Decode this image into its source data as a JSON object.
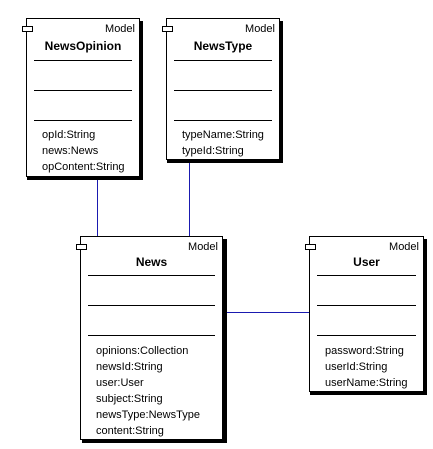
{
  "classes": {
    "news_opinion": {
      "stereotype": "Model",
      "name": "NewsOpinion",
      "attributes": [
        "opId:String",
        "news:News",
        "opContent:String"
      ]
    },
    "news_type": {
      "stereotype": "Model",
      "name": "NewsType",
      "attributes": [
        "typeName:String",
        "typeId:String"
      ]
    },
    "news": {
      "stereotype": "Model",
      "name": "News",
      "attributes": [
        "opinions:Collection",
        "newsId:String",
        "user:User",
        "subject:String",
        "newsType:NewsType",
        "content:String"
      ]
    },
    "user": {
      "stereotype": "Model",
      "name": "User",
      "attributes": [
        "password:String",
        "userId:String",
        "userName:String"
      ]
    }
  },
  "colors": {
    "association_line": "#1a1ab0",
    "box_border": "#000000",
    "shadow": "#000000"
  }
}
